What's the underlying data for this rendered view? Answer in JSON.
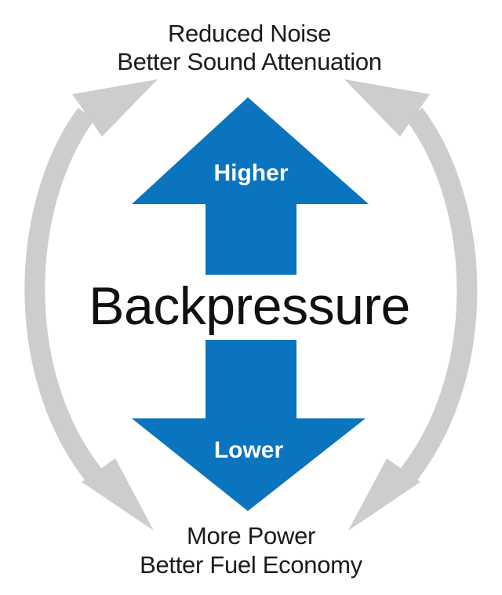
{
  "top_label": {
    "line1": "Reduced Noise",
    "line2": "Better Sound Attenuation"
  },
  "center_label": "Backpressure",
  "up_arrow_label": "Higher",
  "down_arrow_label": "Lower",
  "bottom_label": {
    "line1": "More Power",
    "line2": "Better Fuel Economy"
  },
  "colors": {
    "arrow_blue": "#0a74be",
    "cycle_gray": "#cdcdcd",
    "text": "#1b1b1b"
  },
  "icons": {
    "left_cycle": "double-headed-curved-arrow",
    "right_cycle": "double-headed-curved-arrow",
    "center": "double-headed-vertical-arrow"
  }
}
